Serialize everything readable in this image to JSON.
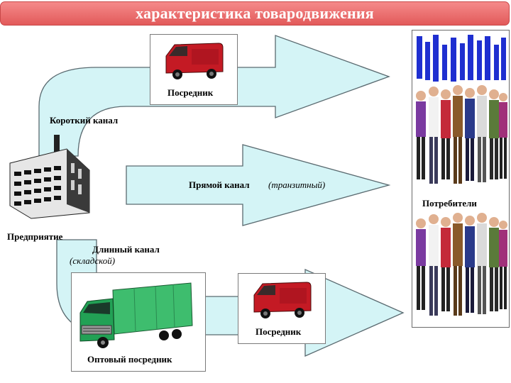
{
  "title": "характеристика товародвижения",
  "colors": {
    "banner": "#e86a6a",
    "arrow_fill": "#d4f4f6",
    "arrow_stroke": "#5a6a70",
    "van": "#c41a24",
    "truck_cab": "#22a155",
    "truck_box": "#3ebd6e"
  },
  "nodes": {
    "enterprise": "Предприятие",
    "consumers": "Потребители",
    "intermediary_top": "Посредник",
    "intermediary_bottom": "Посредник",
    "wholesale": "Оптовый посредник"
  },
  "channels": {
    "short": "Короткий канал",
    "direct": "Прямой канал",
    "direct_note": "(транзитный)",
    "long": "Длинный канал",
    "long_note": "(складской)"
  },
  "icons": [
    "factory-icon",
    "van-icon",
    "van-icon",
    "truck-icon",
    "people-crowd-icon",
    "people-crowd-icon"
  ]
}
